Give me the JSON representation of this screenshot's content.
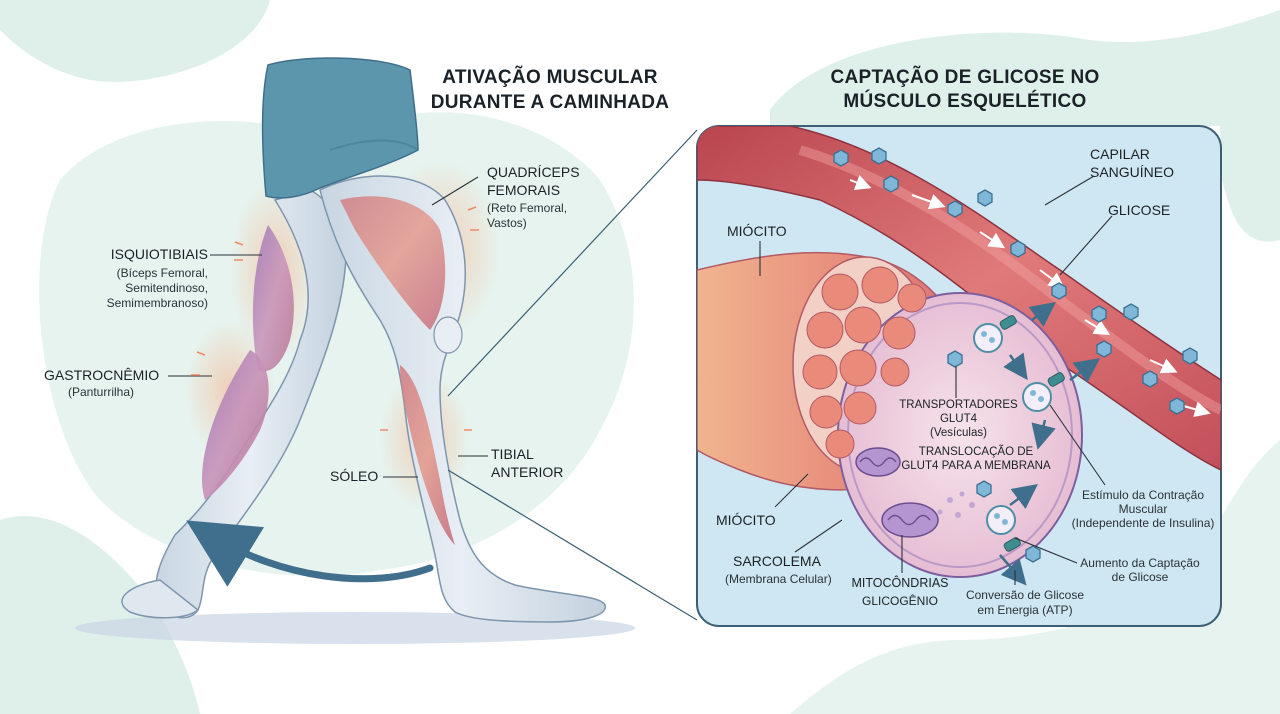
{
  "colors": {
    "background_blob": "#dff0ea",
    "skin": "#dfe8ef",
    "shorts": "#5c96ad",
    "muscle": "#b07ab5",
    "capillary": "#d5686c",
    "glucose": "#7fb7d9",
    "cell": "#e9b9c9",
    "accent_arrow": "#3f6f8c",
    "panel_border": "#3d5f73",
    "activation_glow": "#f4a17a"
  },
  "left": {
    "title_line1": "ATIVAÇÃO MUSCULAR",
    "title_line2": "DURANTE A CAMINHADA",
    "quadriceps": {
      "name_line1": "QUADRÍCEPS",
      "name_line2": "FEMORAIS",
      "sub_line1": "(Reto Femoral,",
      "sub_line2": "Vastos)"
    },
    "hamstrings": {
      "name": "ISQUIOTIBIAIS",
      "sub_line1": "(Bíceps Femoral,",
      "sub_line2": "Semitendinoso,",
      "sub_line3": "Semimembranoso)"
    },
    "gastrocnemius": {
      "name": "GASTROCNÊMIO",
      "sub": "(Panturrilha)"
    },
    "soleus": {
      "name": "SÓLEO"
    },
    "tibialis": {
      "name_line1": "TIBIAL",
      "name_line2": "ANTERIOR"
    }
  },
  "right": {
    "title_line1": "CAPTAÇÃO DE GLICOSE NO",
    "title_line2": "MÚSCULO ESQUELÉTICO",
    "capillary": {
      "line1": "CAPILAR",
      "line2": "SANGUÍNEO"
    },
    "glucose": "GLICOSE",
    "myocyte_top": "MIÓCITO",
    "myocyte_bottom": "MIÓCITO",
    "glut4": {
      "line1": "TRANSPORTADORES",
      "line2": "GLUT4",
      "line3": "(Vesículas)"
    },
    "translocation": {
      "line1": "TRANSLOCAÇÃO DE",
      "line2": "GLUT4 PARA A MEMBRANA"
    },
    "stimulus": {
      "line1": "Estímulo da Contração",
      "line2": "Muscular",
      "line3": "(Independente de Insulina)"
    },
    "uptake": {
      "line1": "Aumento da Captação",
      "line2": "de Glicose"
    },
    "sarcolemma": {
      "name": "SARCOLEMA",
      "sub": "(Membrana Celular)"
    },
    "mitochondria": {
      "line1": "MITOCÔNDRIAS",
      "line2": "GLICOGÊNIO"
    },
    "conversion": {
      "line1": "Conversão de Glicose",
      "line2": "em Energia (ATP)"
    }
  }
}
